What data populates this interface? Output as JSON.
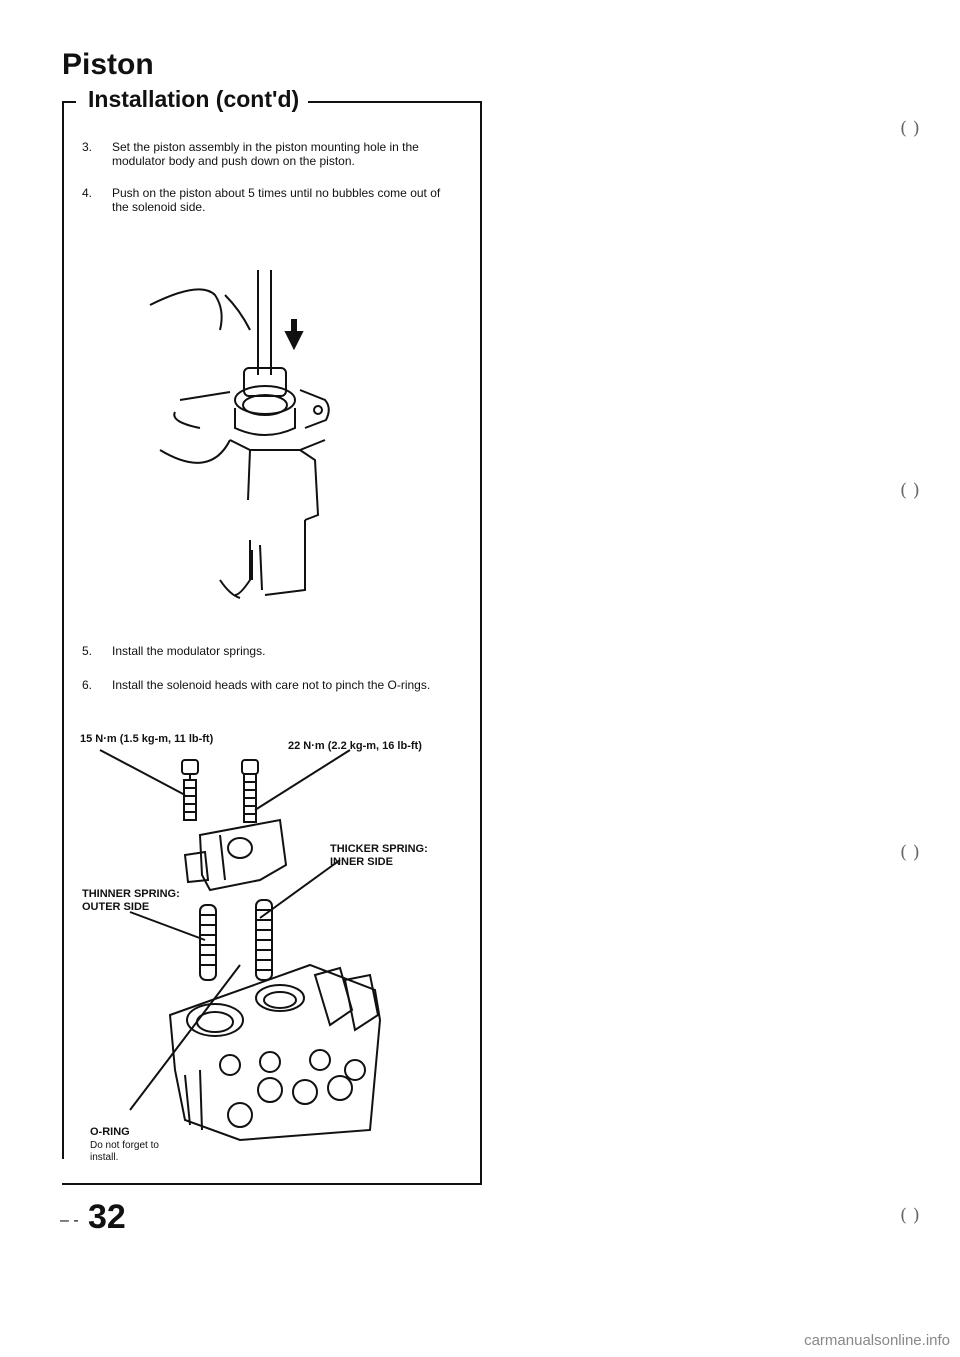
{
  "header": {
    "title": "Piston",
    "subtitle": "Installation (cont'd)"
  },
  "steps": [
    {
      "num": "3.",
      "text": "Set the piston assembly in the piston mounting hole in the modulator body and push down on the piston."
    },
    {
      "num": "4.",
      "text": "Push on the piston about 5 times until no bubbles come out of the solenoid side."
    },
    {
      "num": "5.",
      "text": "Install the modulator springs."
    },
    {
      "num": "6.",
      "text": "Install the solenoid heads with care not to pinch the O-rings."
    }
  ],
  "figure2": {
    "torque_left": "15 N·m (1.5 kg-m, 11 lb-ft)",
    "torque_right": "22 N·m (2.2 kg-m, 16 lb-ft)",
    "thicker_spring": "THICKER SPRING: INNER SIDE",
    "thinner_spring": "THINNER SPRING: OUTER SIDE",
    "oring_label": "O-RING",
    "oring_note": "Do not forget to install."
  },
  "footer": {
    "page_number": "32",
    "dash": "– ‑",
    "watermark": "carmanualsonline.info"
  },
  "margin_marks": [
    "( )",
    "( )",
    "( )",
    "( )"
  ]
}
